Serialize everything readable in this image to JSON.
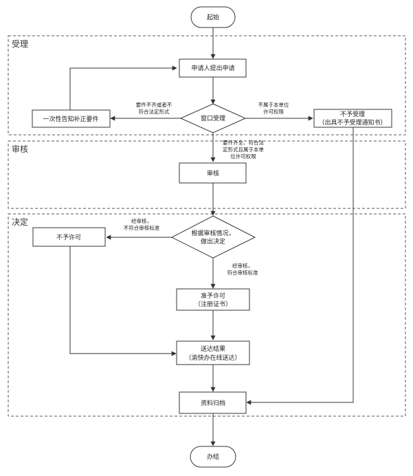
{
  "sections": {
    "accept": "受理",
    "review": "审核",
    "decide": "决定"
  },
  "nodes": {
    "start": "起始",
    "apply": "申请人提出申请",
    "window": "窗口受理",
    "notify_line1": "一次性告知补正要件",
    "reject_line1": "不予受理",
    "reject_line2": "（出具不予受理通知书）",
    "review": "审核",
    "judge_line1": "根据审核情况，",
    "judge_line2": "做出决定",
    "deny": "不予许可",
    "grant_line1": "准予许可",
    "grant_line2": "（注册证书）",
    "deliver_line1": "送达结果",
    "deliver_line2": "（渝快办在线送达）",
    "archive": "资料归档",
    "end": "办结"
  },
  "edges": {
    "incomplete_1": "要件不齐或者不",
    "incomplete_2": "符合法定形式",
    "outside_1": "不属于本单位",
    "outside_2": "许可权限",
    "complete_1": "要件齐全、符合法",
    "complete_2": "定形式且属于本单",
    "complete_3": "位许可权限",
    "fail_1": "经审核，",
    "fail_2": "不符合审核标准",
    "pass_1": "经审核，",
    "pass_2": "符合审核标准"
  }
}
